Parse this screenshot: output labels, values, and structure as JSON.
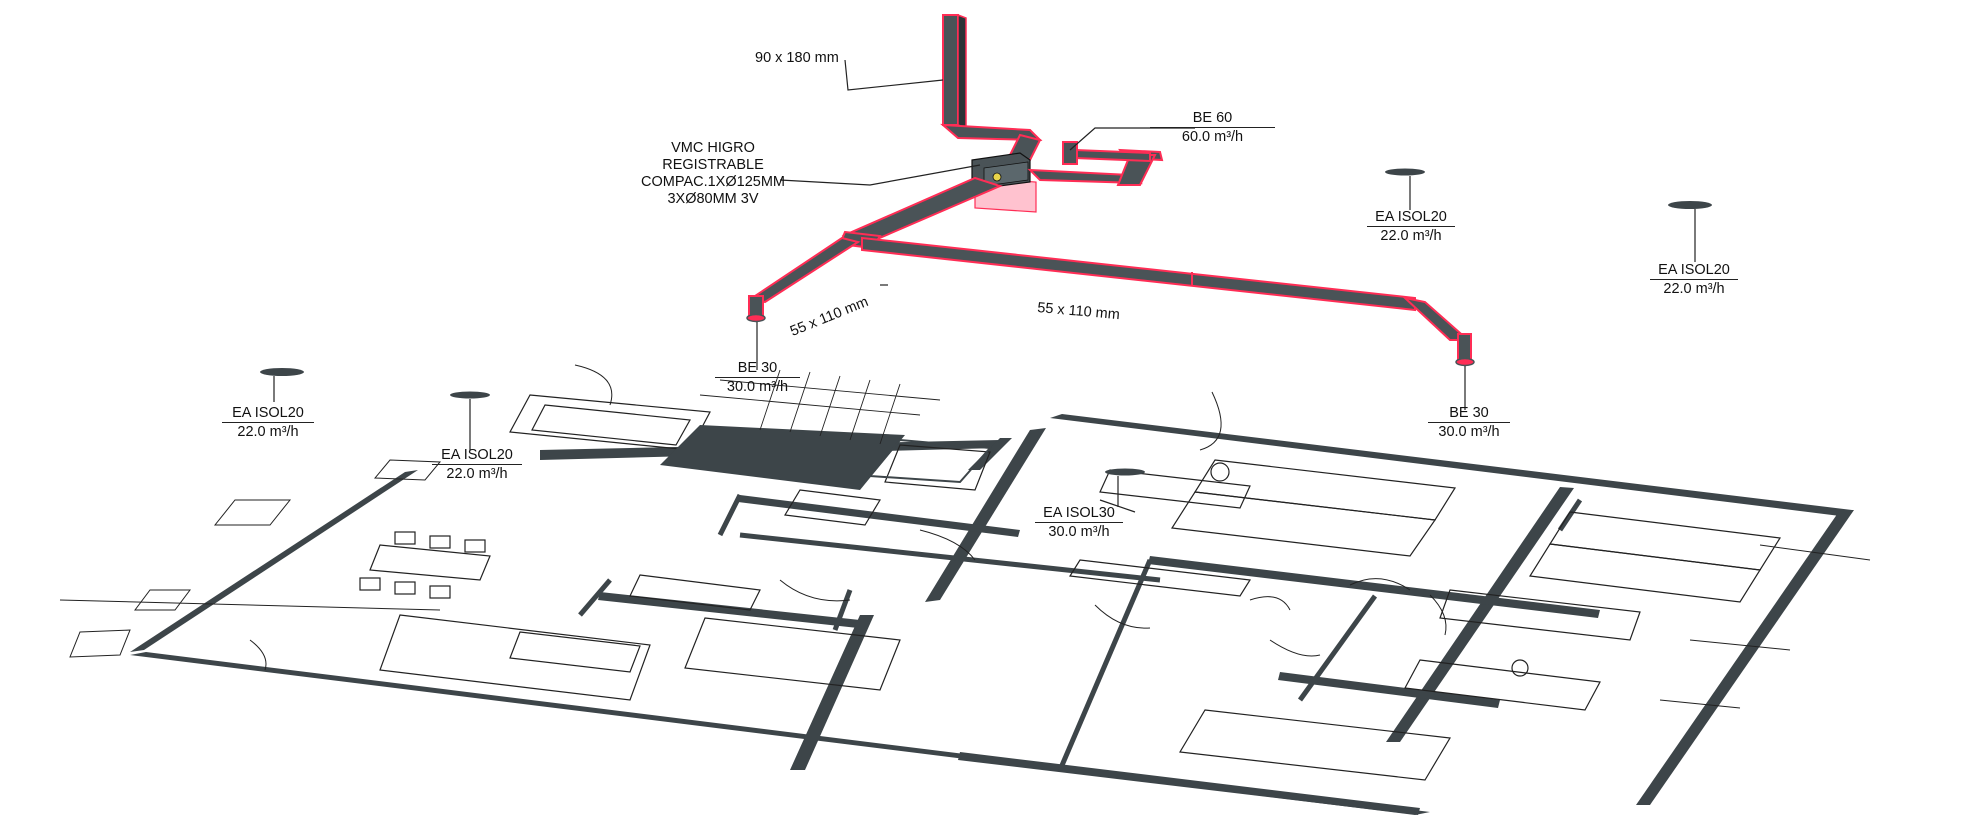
{
  "labels": {
    "duct_vertical": "90 x 180 mm",
    "vmc_unit": [
      "VMC HIGRO",
      "REGISTRABLE",
      "COMPAC.1XØ125MM",
      "3XØ80MM 3V"
    ],
    "duct_branch_left": "55 x 110 mm",
    "duct_branch_main": "55 x 110 mm"
  },
  "terminals": {
    "be60": {
      "type": "BE 60",
      "flow": "60.0 m³/h"
    },
    "be30_left": {
      "type": "BE 30",
      "flow": "30.0 m³/h"
    },
    "be30_right": {
      "type": "BE 30",
      "flow": "30.0 m³/h"
    },
    "ea_isol20_top": {
      "type": "EA ISOL20",
      "flow": "22.0 m³/h"
    },
    "ea_isol20_far_right": {
      "type": "EA ISOL20",
      "flow": "22.0 m³/h"
    },
    "ea_isol20_left": {
      "type": "EA ISOL20",
      "flow": "22.0 m³/h"
    },
    "ea_isol20_mid_left": {
      "type": "EA ISOL20",
      "flow": "22.0 m³/h"
    },
    "ea_isol30_center": {
      "type": "EA ISOL30",
      "flow": "30.0 m³/h"
    }
  },
  "colors": {
    "duct_fill": "#4a5357",
    "duct_highlight": "#ff2d55",
    "wall_fill": "#3d4549",
    "unit_box": "#ff8fa8",
    "line": "#222222"
  }
}
